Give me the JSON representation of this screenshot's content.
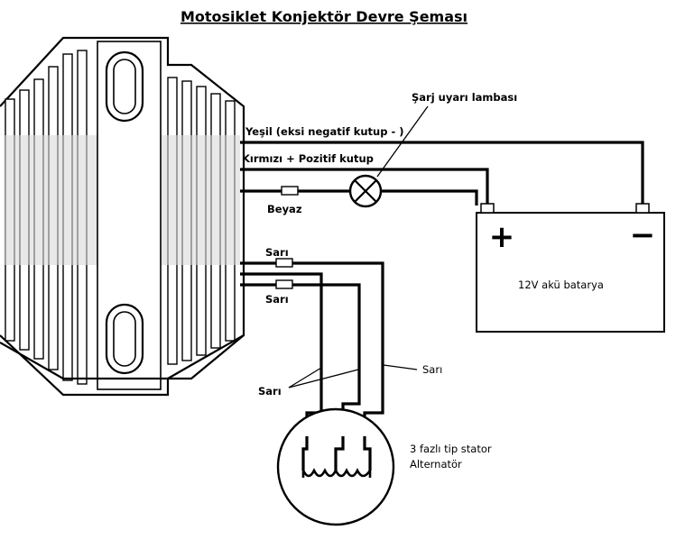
{
  "title": "Motosiklet Konjektör Devre Şeması",
  "labels": {
    "warning_lamp": "Şarj uyarı lambası",
    "green_wire": "Yeşil (eksi negatif kutup - )",
    "red_wire": "Kırmızı + Pozitif kutup",
    "white_wire": "Beyaz",
    "yellow_wire_1": "Sarı",
    "yellow_wire_2": "Sarı",
    "yellow_wire_pair": "Sarı",
    "yellow_wire_right": "Sarı",
    "battery": "12V akü batarya",
    "battery_plus": "+",
    "battery_minus": "−",
    "stator_line1": "3 fazlı tip stator",
    "stator_line2": "Alternatör"
  }
}
